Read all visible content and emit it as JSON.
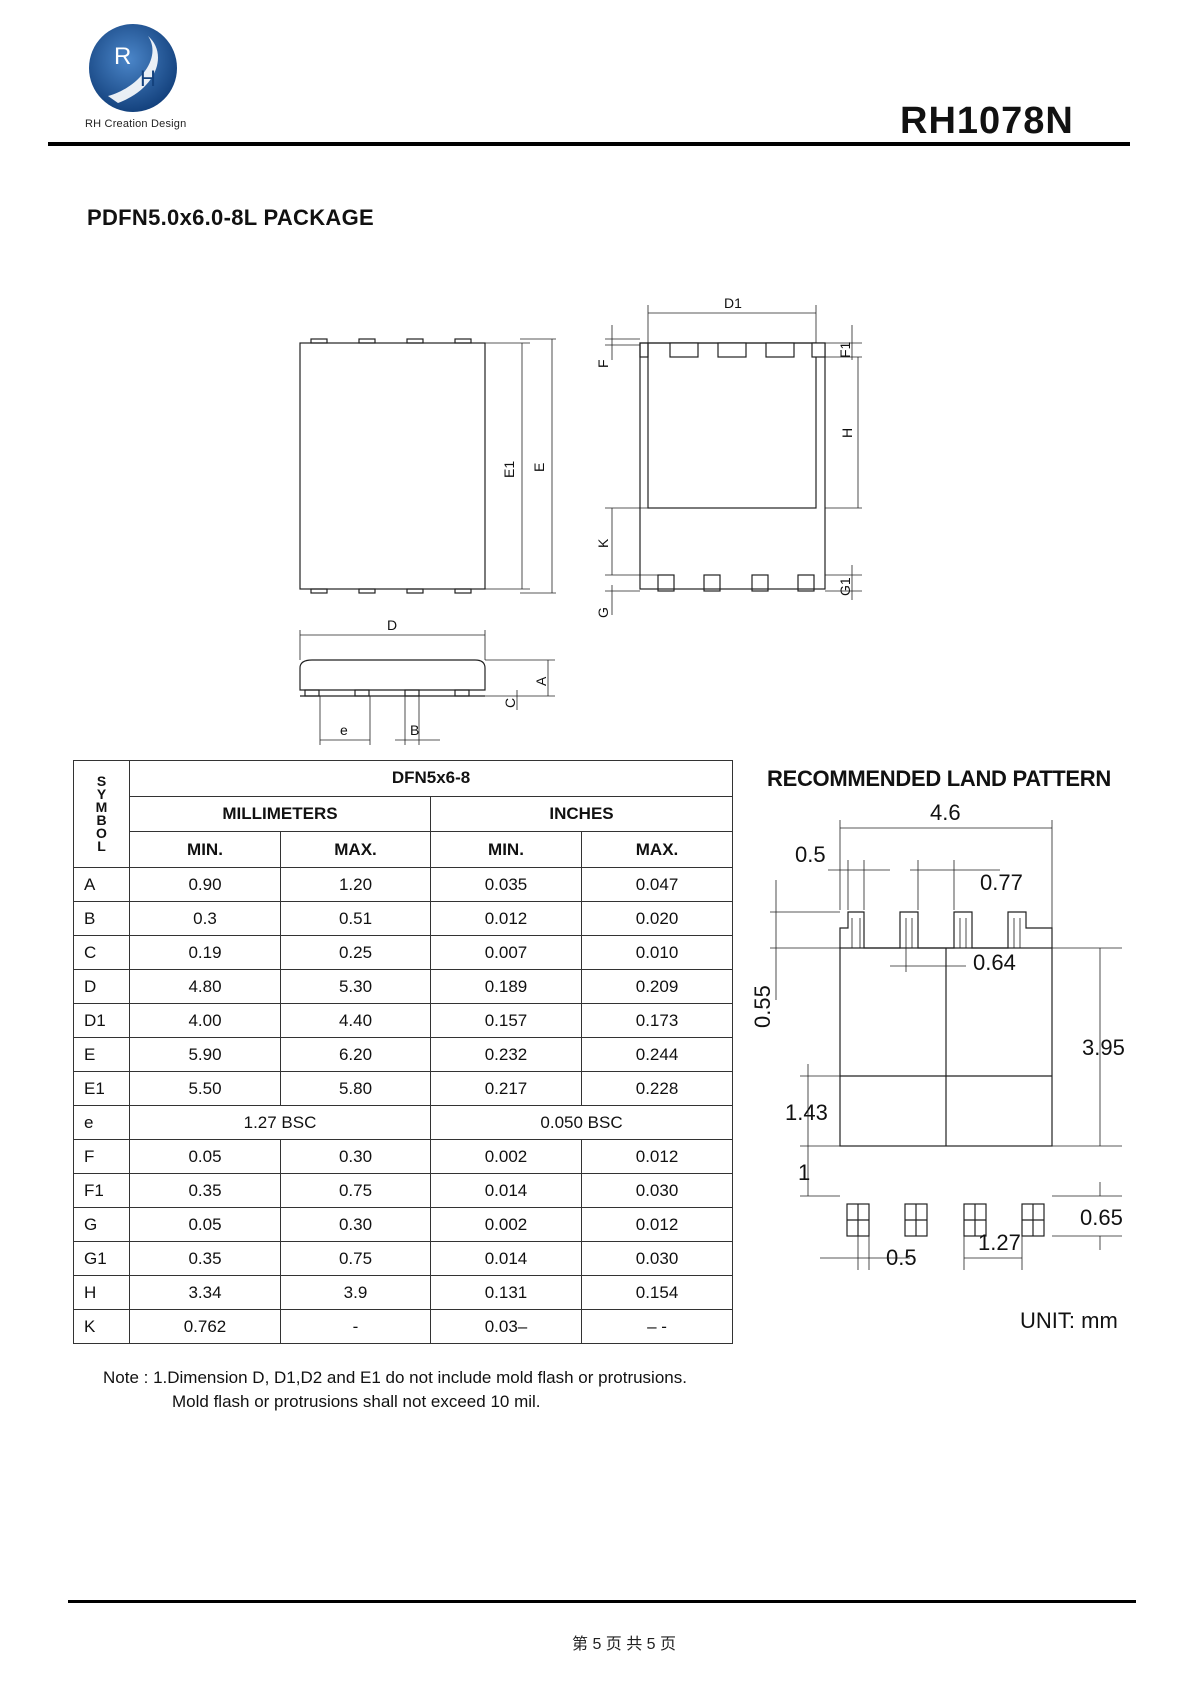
{
  "header": {
    "logo_letters": [
      "R",
      "H"
    ],
    "logo_caption": "RH Creation Design",
    "part_number": "RH1078N"
  },
  "package_title": "PDFN5.0x6.0-8L PACKAGE",
  "drawing_labels": {
    "D1": "D1",
    "F": "F",
    "F1": "F1",
    "H": "H",
    "K": "K",
    "G": "G",
    "G1": "G1",
    "E1": "E1",
    "E": "E",
    "D": "D",
    "A": "A",
    "C": "C",
    "e": "e",
    "B": "B"
  },
  "table": {
    "symbol_letters": [
      "S",
      "Y",
      "M",
      "B",
      "O",
      "L"
    ],
    "package_header": "DFN5x6-8",
    "unit_headers": [
      "MILLIMETERS",
      "INCHES"
    ],
    "col_headers": [
      "MIN.",
      "MAX.",
      "MIN.",
      "MAX."
    ],
    "rows": [
      {
        "symbol": "A",
        "cells": [
          "0.90",
          "1.20",
          "0.035",
          "0.047"
        ]
      },
      {
        "symbol": "B",
        "cells": [
          "0.3",
          "0.51",
          "0.012",
          "0.020"
        ]
      },
      {
        "symbol": "C",
        "cells": [
          "0.19",
          "0.25",
          "0.007",
          "0.010"
        ]
      },
      {
        "symbol": "D",
        "cells": [
          "4.80",
          "5.30",
          "0.189",
          "0.209"
        ]
      },
      {
        "symbol": "D1",
        "cells": [
          "4.00",
          "4.40",
          "0.157",
          "0.173"
        ]
      },
      {
        "symbol": "E",
        "cells": [
          "5.90",
          "6.20",
          "0.232",
          "0.244"
        ]
      },
      {
        "symbol": "E1",
        "cells": [
          "5.50",
          "5.80",
          "0.217",
          "0.228"
        ]
      },
      {
        "symbol": "e",
        "span": [
          "1.27 BSC",
          "0.050 BSC"
        ]
      },
      {
        "symbol": "F",
        "cells": [
          "0.05",
          "0.30",
          "0.002",
          "0.012"
        ]
      },
      {
        "symbol": "F1",
        "cells": [
          "0.35",
          "0.75",
          "0.014",
          "0.030"
        ]
      },
      {
        "symbol": "G",
        "cells": [
          "0.05",
          "0.30",
          "0.002",
          "0.012"
        ]
      },
      {
        "symbol": "G1",
        "cells": [
          "0.35",
          "0.75",
          "0.014",
          "0.030"
        ]
      },
      {
        "symbol": "H",
        "cells": [
          "3.34",
          "3.9",
          "0.131",
          "0.154"
        ]
      },
      {
        "symbol": "K",
        "cells": [
          "0.762",
          "-",
          "0.03–",
          "– -"
        ]
      }
    ]
  },
  "land_pattern": {
    "title": "RECOMMENDED LAND PATTERN",
    "dims": {
      "width": "4.6",
      "pad_width": "0.5",
      "pad_pitch_top": "0.77",
      "gap": "0.64",
      "top_height": "0.55",
      "body_height": "3.95",
      "lower_height": "1.43",
      "spacing": "1",
      "pad_height": "0.65",
      "bottom_pad_width": "0.5",
      "pitch": "1.27"
    },
    "unit": "UNIT: mm"
  },
  "note": {
    "line1": "Note : 1.Dimension D, D1,D2 and E1 do not include mold flash or protrusions.",
    "line2": "Mold flash or protrusions shall not exceed 10 mil."
  },
  "footer": "第 5 页 共 5 页"
}
